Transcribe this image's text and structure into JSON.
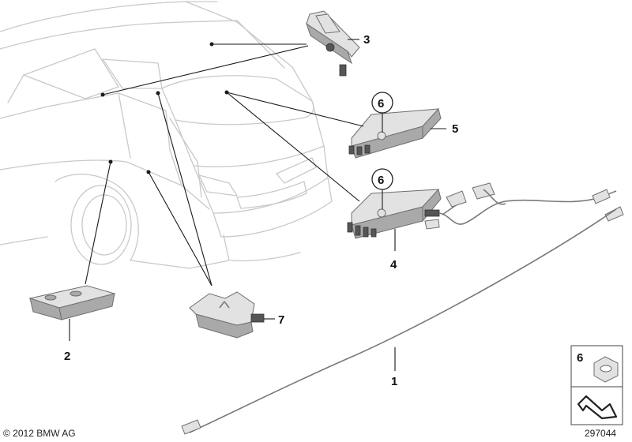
{
  "diagram": {
    "callouts": [
      "1",
      "2",
      "3",
      "4",
      "5",
      "6",
      "6",
      "7"
    ],
    "inset_label": "6",
    "copyright": "© 2012 BMW AG",
    "image_number": "297044"
  },
  "colors": {
    "outline": "#c9c9c9",
    "leader": "#1a1a1a",
    "part_light": "#e2e2e2",
    "part_shadow": "#a9a9a9"
  }
}
